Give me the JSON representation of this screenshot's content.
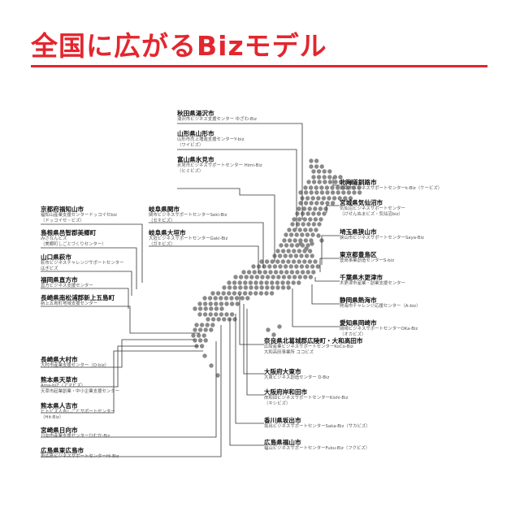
{
  "title": "全国に広がるBizモデル",
  "colors": {
    "accent": "#e3262e",
    "dot": "#8a8a8a",
    "line": "#333333"
  },
  "left_labels": [
    {
      "city": "秋田県湯沢市",
      "lines": [
        "湯沢市ビジネス支援センター ゆざわ-Biz"
      ]
    },
    {
      "city": "山形県山形市",
      "lines": [
        "山形市売上増進支援センターY-biz",
        "（ワイビズ）"
      ]
    },
    {
      "city": "富山県氷見市",
      "lines": [
        "氷見市ビジネスサポートセンター Himi-Biz",
        "（ヒミビズ）"
      ]
    },
    {
      "city": "京都府福知山市",
      "lines": [
        "福知山産業支援センタードッコイセbiz",
        "（ドッコイセ・ビズ）"
      ]
    },
    {
      "city": "島根県邑智郡美郷町",
      "lines": [
        "みさなんビズ",
        "（美郷町しごとづくりセンター）"
      ]
    },
    {
      "city": "山口県萩市",
      "lines": [
        "萩市ビジネスチャレンジサポートセンター",
        "はぎビズ"
      ]
    },
    {
      "city": "福岡県直方市",
      "lines": [
        "直方ビジネス支援センター"
      ]
    },
    {
      "city": "長崎県南松浦郡新上五島町",
      "lines": [
        "新上五島町地域支援センター"
      ]
    },
    {
      "city": "岐阜県関市",
      "lines": [
        "関市ビジネスサポートセンターSeki-Biz",
        "（セキビズ）"
      ]
    },
    {
      "city": "岐阜県大垣市",
      "lines": [
        "大垣ビジネスサポートセンターGaki-Biz",
        "（ガキビズ）"
      ]
    },
    {
      "city": "長崎県大村市",
      "lines": [
        "大村市産業支援センター（O-biz）"
      ]
    },
    {
      "city": "熊本県天草市",
      "lines": [
        "Ama-biZ（アマビズ）",
        "天草市起業創業・中小企業支援センター"
      ]
    },
    {
      "city": "熊本県人吉市",
      "lines": [
        "ヒトビズ人吉しごとサポートセンター",
        "（Hit-Biz）"
      ]
    },
    {
      "city": "宮崎県日向市",
      "lines": [
        "日向市産業支援センターひむか-Biz"
      ]
    },
    {
      "city": "広島県東広島市",
      "lines": [
        "東広島ビジネスサポートセンターHi-Biz"
      ]
    }
  ],
  "right_labels": [
    {
      "city": "北海道釧路市",
      "lines": [
        "釧路市ビジネスサポートセンターk-Biz（ケービズ）"
      ]
    },
    {
      "city": "宮城県気仙沼市",
      "lines": [
        "気仙沼ビジネスサポートセンター",
        "（けせんぬまビズ・気仙沼biz）"
      ]
    },
    {
      "city": "埼玉県狭山市",
      "lines": [
        "狭山市ビジネスサポートセンターSaya-Biz"
      ]
    },
    {
      "city": "東京都豊島区",
      "lines": [
        "豊島事業創造センターS-biz"
      ]
    },
    {
      "city": "千葉県木更津市",
      "lines": [
        "木更津市産業・創業支援センター"
      ]
    },
    {
      "city": "静岡県熱海市",
      "lines": [
        "熱海市チャレンジ応援センター（A-biz）"
      ]
    },
    {
      "city": "愛知県岡崎市",
      "lines": [
        "岡崎ビジネスサポートセンターOKa-Biz",
        "（オカビズ）"
      ]
    },
    {
      "city": "奈良県北葛城郡広陵町・大和高田市",
      "lines": [
        "広陵産業ビジネスサポートセンターKoCo-Biz",
        "大和高田事業所 ココビズ"
      ]
    },
    {
      "city": "大阪府大東市",
      "lines": [
        "大東ビジネス創造センター D-Biz"
      ]
    },
    {
      "city": "大阪府岸和田市",
      "lines": [
        "岸和田ビジネスサポートセンターKishi-Biz",
        "（キシビズ）"
      ]
    },
    {
      "city": "香川県坂出市",
      "lines": [
        "坂出ビジネスサポートセンターSaka-Biz（サカビズ）"
      ]
    },
    {
      "city": "広島県福山市",
      "lines": [
        "福山ビジネスサポートセンターFuku-Biz（フクビズ）"
      ]
    }
  ]
}
